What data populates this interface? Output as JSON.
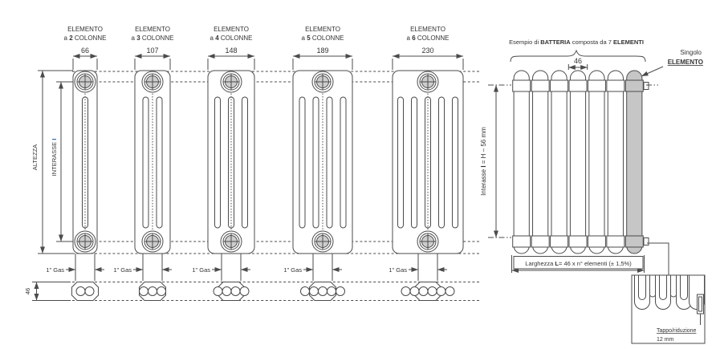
{
  "diagram": {
    "elements": [
      {
        "title_line1": "ELEMENTO",
        "title_prefix": "a ",
        "columns": "2",
        "title_suffix": " COLONNE",
        "width_mm": "66",
        "gas_label": "1\" Gas"
      },
      {
        "title_line1": "ELEMENTO",
        "title_prefix": "a ",
        "columns": "3",
        "title_suffix": " COLONNE",
        "width_mm": "107",
        "gas_label": "1\" Gas"
      },
      {
        "title_line1": "ELEMENTO",
        "title_prefix": "a ",
        "columns": "4",
        "title_suffix": " COLONNE",
        "width_mm": "148",
        "gas_label": "1\" Gas"
      },
      {
        "title_line1": "ELEMENTO",
        "title_prefix": "a ",
        "columns": "5",
        "title_suffix": " COLONNE",
        "width_mm": "189",
        "gas_label": "1\" Gas"
      },
      {
        "title_line1": "ELEMENTO",
        "title_prefix": "a ",
        "columns": "6",
        "title_suffix": " COLONNE",
        "width_mm": "230",
        "gas_label": "1\" Gas"
      }
    ],
    "left_labels": {
      "altezza": "ALTEZZA",
      "interasse": "INTERASSE ",
      "interasse_symbol": "I",
      "depth_mm": "46"
    },
    "battery": {
      "caption_prefix": "Esempio di ",
      "caption_bold1": "BATTERIA",
      "caption_mid": " composta da 7 ",
      "caption_bold2": "ELEMENTI",
      "element_pitch_mm": "46",
      "single_line1": "Singolo",
      "single_line2": "ELEMENTO",
      "interasse_label": "Interasse ",
      "interasse_symbol": "I",
      "interasse_formula": " = H – 56 mm",
      "larghezza_prefix": "Larghezza ",
      "larghezza_bold": "L",
      "larghezza_suffix": "= 46 x n° elementi (± 1,5%)",
      "detail_label_line1": "Tappo/riduzione",
      "detail_label_line2": "12 mm"
    }
  },
  "colors": {
    "line": "#4b4b4b",
    "text": "#333333",
    "accent_blue": "#2456a4",
    "element_shade": "#c6c6c6",
    "hub_shade": "#cdcdcd",
    "background": "#ffffff"
  }
}
